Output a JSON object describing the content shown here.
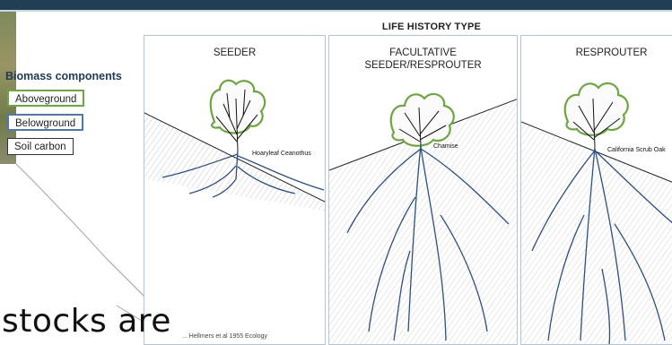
{
  "section_title": "LIFE HISTORY TYPE",
  "legend": {
    "title": "Biomass components",
    "items": [
      {
        "label": "Aboveground",
        "color": "#6fa442"
      },
      {
        "label": "Belowground",
        "color": "#4e79a8"
      },
      {
        "label": "Soil carbon",
        "color": "#333333"
      }
    ]
  },
  "panels": [
    {
      "title_lines": [
        "SEEDER"
      ],
      "plant_label": "Hoaryleaf Ceanothus"
    },
    {
      "title_lines": [
        "FACULTATIVE",
        "SEEDER/RESPROUTER"
      ],
      "plant_label": "Chamise"
    },
    {
      "title_lines": [
        "RESPROUTER"
      ],
      "plant_label": "California Scrub Oak"
    }
  ],
  "credit_text": "... Hellmers et al 1955 Ecology",
  "slide_text": "stocks are",
  "colors": {
    "header": "#1f3f55",
    "root": "#2f4f7f",
    "canopy_outline": "#6fa442"
  }
}
